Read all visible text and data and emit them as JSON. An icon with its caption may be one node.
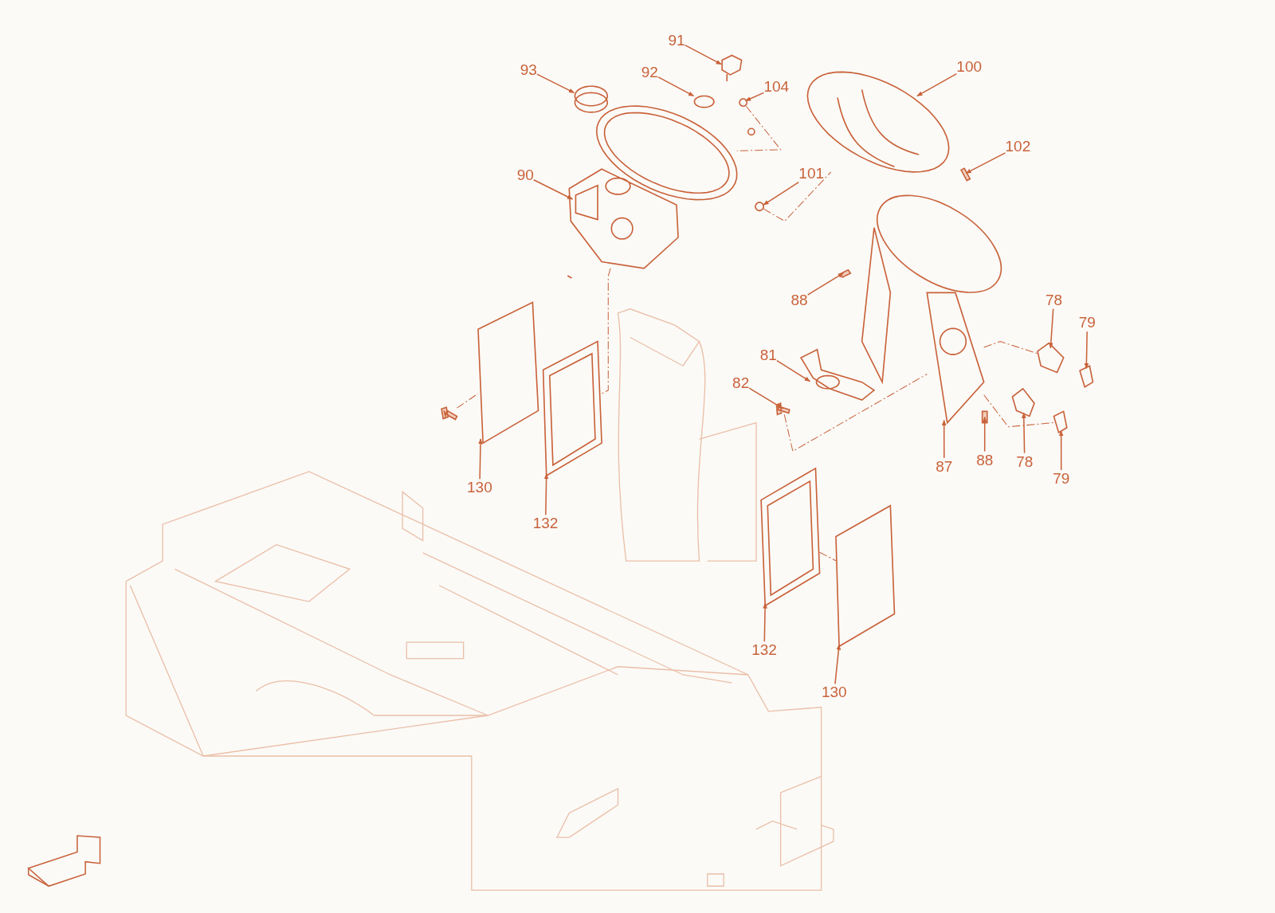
{
  "diagram": {
    "nodes": [
      {
        "text": [
          "91"
        ]
      },
      {
        "text": [
          "93"
        ]
      },
      {
        "text": [
          "92"
        ]
      },
      {
        "text": [
          "104"
        ]
      },
      {
        "text": [
          "100"
        ]
      },
      {
        "text": [
          "102"
        ]
      },
      {
        "text": [
          "90"
        ]
      },
      {
        "text": [
          "101"
        ]
      },
      {
        "text": [
          "88"
        ]
      },
      {
        "text": [
          "78"
        ]
      },
      {
        "text": [
          "79"
        ]
      },
      {
        "text": [
          "81"
        ]
      },
      {
        "text": [
          "82"
        ]
      },
      {
        "text": [
          "87"
        ]
      },
      {
        "text": [
          "88"
        ]
      },
      {
        "text": [
          "78"
        ]
      },
      {
        "text": [
          "79"
        ]
      },
      {
        "text": [
          "130"
        ]
      },
      {
        "text": [
          "132"
        ]
      },
      {
        "text": [
          "132"
        ]
      },
      {
        "text": [
          "130"
        ]
      },
      {
        "text": [],
        "shape": "picture"
      },
      {
        "text": [],
        "shape": "picture"
      },
      {
        "text": [],
        "shape": "picture"
      },
      {
        "text": [],
        "shape": "picture"
      },
      {
        "text": [],
        "shape": "picture"
      },
      {
        "text": [],
        "shape": "picture"
      },
      {
        "text": [],
        "shape": "picture"
      },
      {
        "text": [],
        "shape": "picture"
      },
      {
        "text": [],
        "shape": "picture"
      },
      {
        "text": [],
        "shape": "picture"
      },
      {
        "text": [],
        "shape": "picture"
      },
      {
        "text": [],
        "shape": "picture"
      },
      {
        "text": [],
        "shape": "picture"
      },
      {
        "text": [],
        "shape": "picture"
      },
      {
        "text": [],
        "shape": "picture"
      },
      {
        "text": [],
        "shape": "picture"
      },
      {
        "text": [],
        "shape": "picture"
      },
      {
        "text": [],
        "shape": "picture"
      },
      {
        "text": [],
        "shape": "picture"
      },
      {
        "text": [],
        "shape": "picture"
      },
      {
        "text": [],
        "shape": "picture"
      },
      {
        "text": [],
        "shape": "picture"
      },
      {
        "text": [],
        "shape": "picture"
      }
    ],
    "edges": [
      {
        "from": 0,
        "to": 21,
        "arrow": "to"
      },
      {
        "from": 1,
        "to": 22,
        "arrow": "to"
      },
      {
        "from": 2,
        "to": 23,
        "arrow": "to"
      },
      {
        "from": 3,
        "to": 24,
        "arrow": "to"
      },
      {
        "from": 4,
        "to": 25,
        "arrow": "to"
      },
      {
        "from": 5,
        "to": 26,
        "arrow": "to"
      },
      {
        "from": 6,
        "to": 27,
        "arrow": "to"
      },
      {
        "from": 7,
        "to": 28,
        "arrow": "to"
      },
      {
        "from": 8,
        "to": 29,
        "arrow": "to"
      },
      {
        "from": 9,
        "to": 30,
        "arrow": "to"
      },
      {
        "from": 10,
        "to": 31,
        "arrow": "to"
      },
      {
        "from": 11,
        "to": 32,
        "arrow": "to"
      },
      {
        "from": 12,
        "to": 33,
        "arrow": "to"
      },
      {
        "from": 13,
        "to": 34,
        "arrow": "to"
      },
      {
        "from": 14,
        "to": 35,
        "arrow": "to"
      },
      {
        "from": 15,
        "to": 36,
        "arrow": "to"
      },
      {
        "from": 16,
        "to": 37,
        "arrow": "to"
      },
      {
        "from": 17,
        "to": 38,
        "arrow": "to"
      },
      {
        "from": 18,
        "to": 39,
        "arrow": "to"
      },
      {
        "from": 19,
        "to": 40,
        "arrow": "to"
      },
      {
        "from": 20,
        "to": 41,
        "arrow": "to"
      },
      {
        "from": 24,
        "to": 42,
        "arrow": "none",
        "style": "dashed"
      },
      {
        "from": 28,
        "to": 25,
        "arrow": "none",
        "style": "dashed"
      },
      {
        "from": 27,
        "to": 39,
        "arrow": "none",
        "style": "dashed"
      },
      {
        "from": 34,
        "to": 30,
        "arrow": "none",
        "style": "dashed"
      },
      {
        "from": 34,
        "to": 37,
        "arrow": "none",
        "style": "dashed"
      },
      {
        "from": 33,
        "to": 34,
        "arrow": "none",
        "style": "dashed"
      },
      {
        "from": 43,
        "to": 38,
        "arrow": "none",
        "style": "dashed"
      },
      {
        "from": 40,
        "to": 41,
        "arrow": "none",
        "style": "dashed"
      }
    ]
  }
}
